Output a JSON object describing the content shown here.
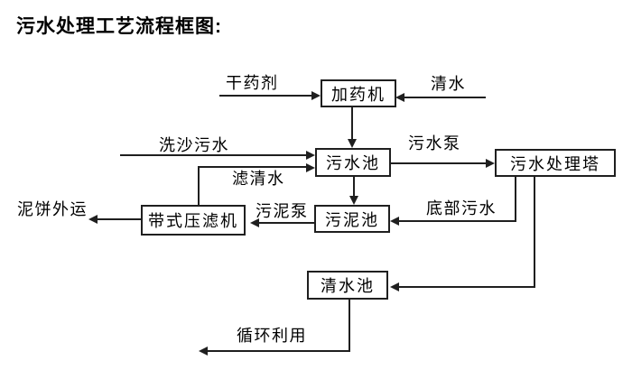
{
  "title": "污水处理工艺流程框图:",
  "nodes": {
    "dosing_machine": "加药机",
    "sewage_pool": "污水池",
    "sewage_treatment_tower": "污水处理塔",
    "sludge_pool": "污泥池",
    "belt_filter_press": "带式压滤机",
    "clean_water_pool": "清水池"
  },
  "flow_labels": {
    "dry_chemical": "干药剂",
    "clean_water": "清水",
    "sand_washing_sewage": "洗沙污水",
    "sewage_pump": "污水泵",
    "filtered_water": "滤清水",
    "bottom_sewage": "底部污水",
    "sludge_pump": "污泥泵",
    "mud_cake_transport": "泥饼外运",
    "recycling": "循环利用"
  },
  "edges": [
    {
      "from": "干药剂",
      "to": "加药机",
      "label": "干药剂"
    },
    {
      "from": "清水",
      "to": "加药机",
      "label": "清水"
    },
    {
      "from": "加药机",
      "to": "污水池",
      "label": ""
    },
    {
      "from": "洗沙污水",
      "to": "污水池",
      "label": "洗沙污水"
    },
    {
      "from": "带式压滤机",
      "to": "污水池",
      "label": "滤清水"
    },
    {
      "from": "污水池",
      "to": "污水处理塔",
      "label": "污水泵"
    },
    {
      "from": "污水池",
      "to": "污泥池",
      "label": ""
    },
    {
      "from": "污水处理塔",
      "to": "污泥池",
      "label": "底部污水"
    },
    {
      "from": "污泥池",
      "to": "带式压滤机",
      "label": "污泥泵"
    },
    {
      "from": "带式压滤机",
      "to": "泥饼外运",
      "label": "泥饼外运"
    },
    {
      "from": "污水处理塔",
      "to": "清水池",
      "label": ""
    },
    {
      "from": "清水池",
      "to": "循环利用",
      "label": "循环利用"
    }
  ],
  "colors": {
    "line": "#1f1f1f",
    "background": "#ffffff",
    "text": "#000000"
  }
}
